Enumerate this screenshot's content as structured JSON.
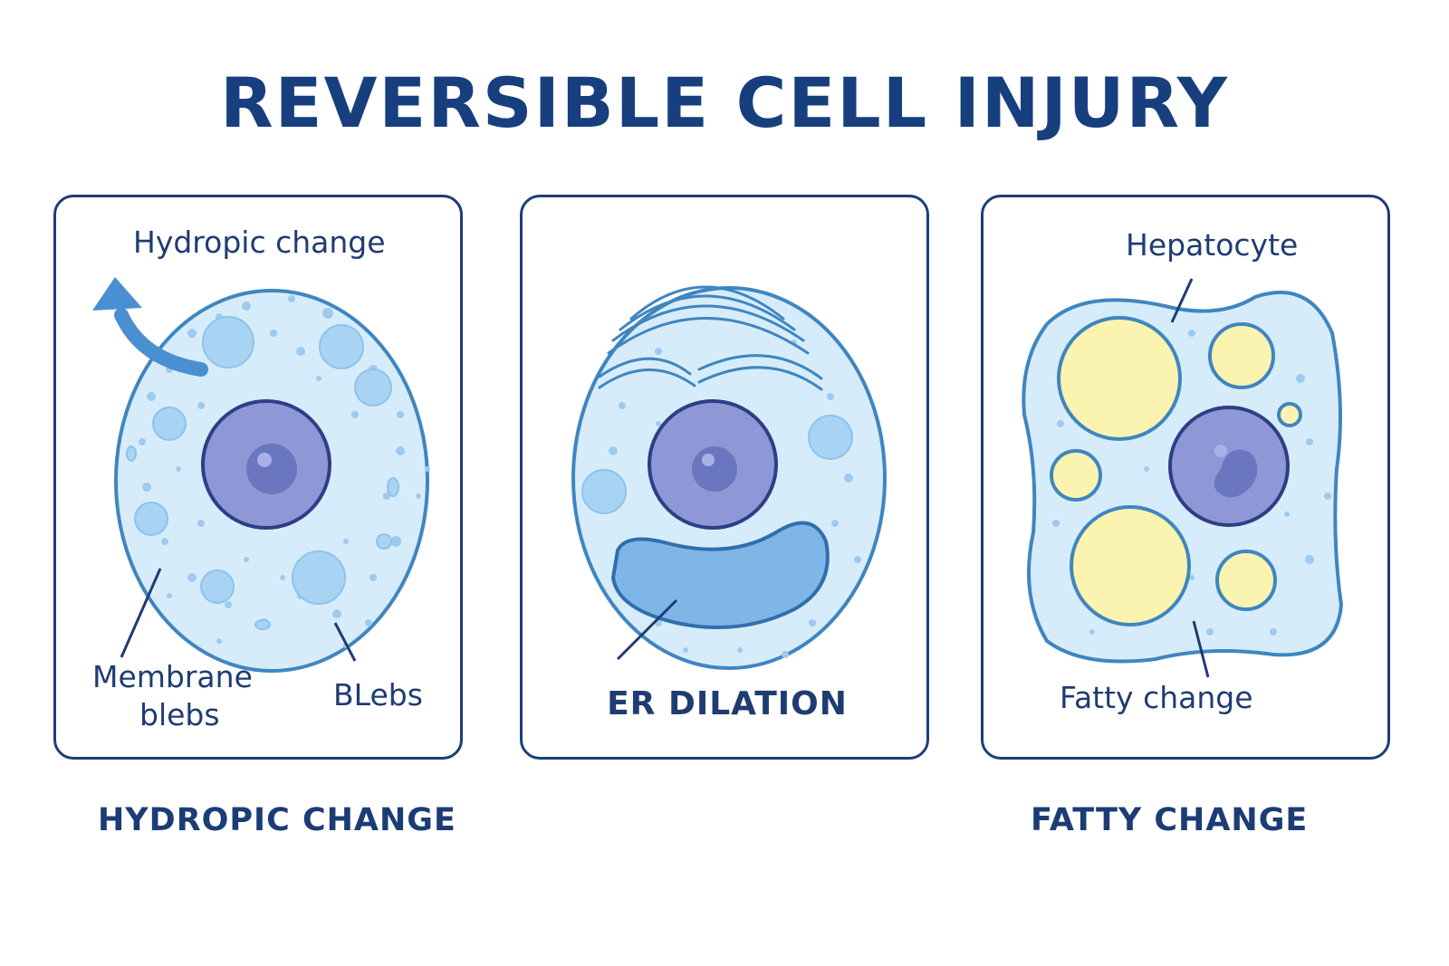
{
  "title": "REVERSIBLE CELL INJURY",
  "panels": [
    {
      "labels": {
        "top": "Hydropic change",
        "membrane_line1": "Membrane",
        "membrane_line2": "blebs",
        "blebs": "BLebs"
      },
      "caption": "HYDROPIC CHANGE"
    },
    {
      "labels": {
        "bottom": "ER DILATION"
      }
    },
    {
      "labels": {
        "top": "Hepatocyte",
        "bottom": "Fatty change"
      },
      "caption": "FATTY CHANGE"
    }
  ],
  "colors": {
    "outline": "#1d3e78",
    "cytoplasm": "#d7ecfa",
    "cell_border": "#3f86c0",
    "vacuole": "#a9d3f3",
    "nucleus": "#8f98d6",
    "nucleolus": "#6b76c0",
    "er": "#7fb6e8",
    "fat": "#fbf4b0",
    "arrow": "#4a8fd2",
    "text": "#1f3c72"
  },
  "icons": [
    "curved-arrow-icon"
  ]
}
